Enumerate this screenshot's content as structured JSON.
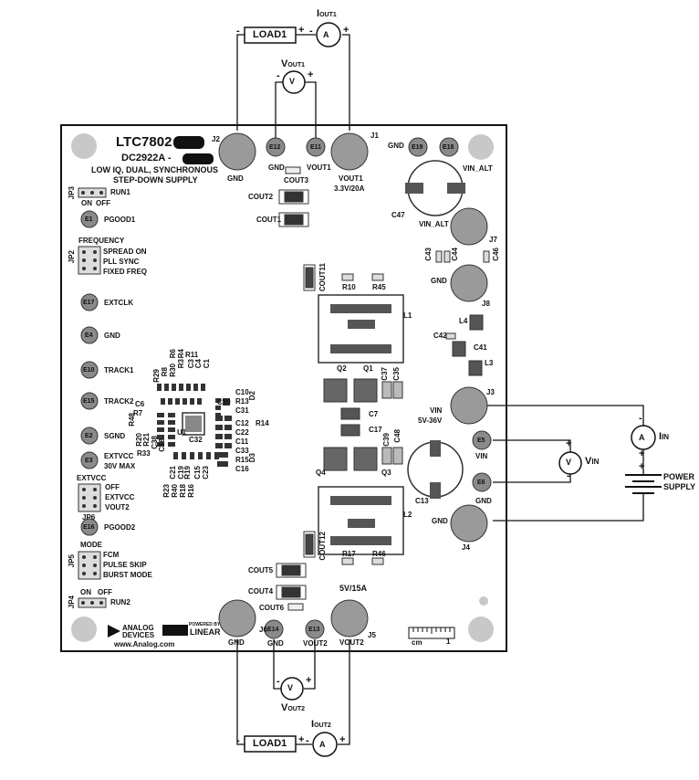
{
  "board": {
    "part_number": "LTC7802",
    "board_number": "DC2922A -",
    "desc_line1": "LOW IQ, DUAL, SYNCHRONOUS",
    "desc_line2": "STEP-DOWN SUPPLY",
    "company_line1": "ANALOG",
    "company_line2": "DEVICES",
    "powered_by": "POWERED BY",
    "brand": "LINEAR",
    "website": "www.Analog.com",
    "scale": "cm",
    "scale_one": "1"
  },
  "external": {
    "load_top": "LOAD1",
    "load_bottom": "LOAD1",
    "ammeter_symbol": "A",
    "voltmeter_symbol": "V",
    "iout1_main": "I",
    "iout1_sub": "OUT1",
    "vout1_main": "V",
    "vout1_sub": "OUT1",
    "iout2_main": "I",
    "iout2_sub": "OUT2",
    "vout2_main": "V",
    "vout2_sub": "OUT2",
    "iin_main": "I",
    "iin_sub": "IN",
    "vin_main": "V",
    "vin_sub": "IN",
    "power_supply_line1": "POWER",
    "power_supply_line2": "SUPPLY",
    "plus": "+",
    "minus": "-"
  },
  "connectors": {
    "j1": "J1",
    "j1_label": "VOUT1",
    "j1_rating": "3.3V/20A",
    "j2": "J2",
    "j2_label": "GND",
    "j3": "J3",
    "j3_label": "VIN",
    "j3_rating": "5V-36V",
    "j4": "J4",
    "j4_label": "GND",
    "j5": "J5",
    "j5_label": "VOUT2",
    "j5_rating": "5V/15A",
    "j6": "J6",
    "j6_label": "GND",
    "j7": "J7",
    "j7_label": "VIN_ALT",
    "j8": "J8",
    "j8_label": "GND"
  },
  "turrets": {
    "e1": "E1",
    "e1_label": "PGOOD1",
    "e2": "E2",
    "e2_label": "SGND",
    "e3": "E3",
    "e3_label1": "EXTVCC",
    "e3_label2": "30V MAX",
    "e4": "E4",
    "e4_label": "GND",
    "e5": "E5",
    "e5_label": "VIN",
    "e6": "E6",
    "e6_label": "GND",
    "e10": "E10",
    "e10_label": "TRACK1",
    "e11": "E11",
    "e11_label": "VOUT1",
    "e12": "E12",
    "e12_label": "GND",
    "e13": "E13",
    "e13_label": "VOUT2",
    "e14": "E14",
    "e14_label": "GND",
    "e15": "E15",
    "e15_label": "TRACK2",
    "e16": "E16",
    "e16_label": "PGOOD2",
    "e17": "E17",
    "e17_label": "EXTCLK",
    "e18": "E18",
    "e19": "E19",
    "e19_label": "GND",
    "vin_alt_label": "VIN_ALT"
  },
  "jumpers": {
    "jp3": "JP3",
    "jp3_label": "RUN1",
    "jp3_on": "ON",
    "jp3_off": "OFF",
    "jp2": "JP2",
    "jp2_title": "FREQUENCY",
    "jp2_opts": [
      "SPREAD ON",
      "PLL SYNC",
      "FIXED FREQ"
    ],
    "jp6": "JP6",
    "jp6_title": "EXTVCC",
    "jp6_opts": [
      "OFF",
      "EXTVCC",
      "VOUT2"
    ],
    "jp5": "JP5",
    "jp5_title": "MODE",
    "jp5_opts": [
      "FCM",
      "PULSE SKIP",
      "BURST MODE"
    ],
    "jp4": "JP4",
    "jp4_label": "RUN2",
    "jp4_on": "ON",
    "jp4_off": "OFF"
  },
  "components": {
    "cout1": "COUT1",
    "cout2": "COUT2",
    "cout3": "COUT3",
    "cout4": "COUT4",
    "cout5": "COUT5",
    "cout6": "COUT6",
    "cout11": "COUT11",
    "cout12": "COUT12",
    "c47": "C47",
    "c43": "C43",
    "c44": "C44",
    "c46": "C46",
    "c42": "C42",
    "c41": "C41",
    "l1": "L1",
    "l2": "L2",
    "l3": "L3",
    "l4": "L4",
    "r10": "R10",
    "r45": "R45",
    "r17": "R17",
    "r46": "R46",
    "q1": "Q1",
    "q2": "Q2",
    "q3": "Q3",
    "q4": "Q4",
    "c37": "C37",
    "c35": "C35",
    "c7": "C7",
    "c17": "C17",
    "c39": "C39",
    "c48": "C48",
    "c13": "C13",
    "u1": "U1",
    "c30": "C30",
    "c31": "C31",
    "c10": "C10",
    "r13": "R13",
    "d2": "D2",
    "c12": "C12",
    "r14": "R14",
    "c22": "C22",
    "c11": "C11",
    "c33": "C33",
    "c32": "C32",
    "r15": "R15",
    "d3": "D3",
    "c16": "C16",
    "r11": "R11",
    "r6": "R6",
    "r4": "R4",
    "r3": "R3",
    "c3": "C3",
    "c4": "C4",
    "c1": "C1",
    "r29": "R29",
    "r8": "R8",
    "r30": "R30",
    "c6": "C6",
    "r7": "R7",
    "r48": "R48",
    "r20": "R20",
    "r21": "R21",
    "r33": "R33",
    "c38": "C38",
    "c18": "C18",
    "c21": "C21",
    "c19": "C19",
    "r19": "R19",
    "c15": "C15",
    "c23": "C23",
    "r23": "R23",
    "r40": "R40",
    "r18": "R18",
    "r16": "R16"
  }
}
